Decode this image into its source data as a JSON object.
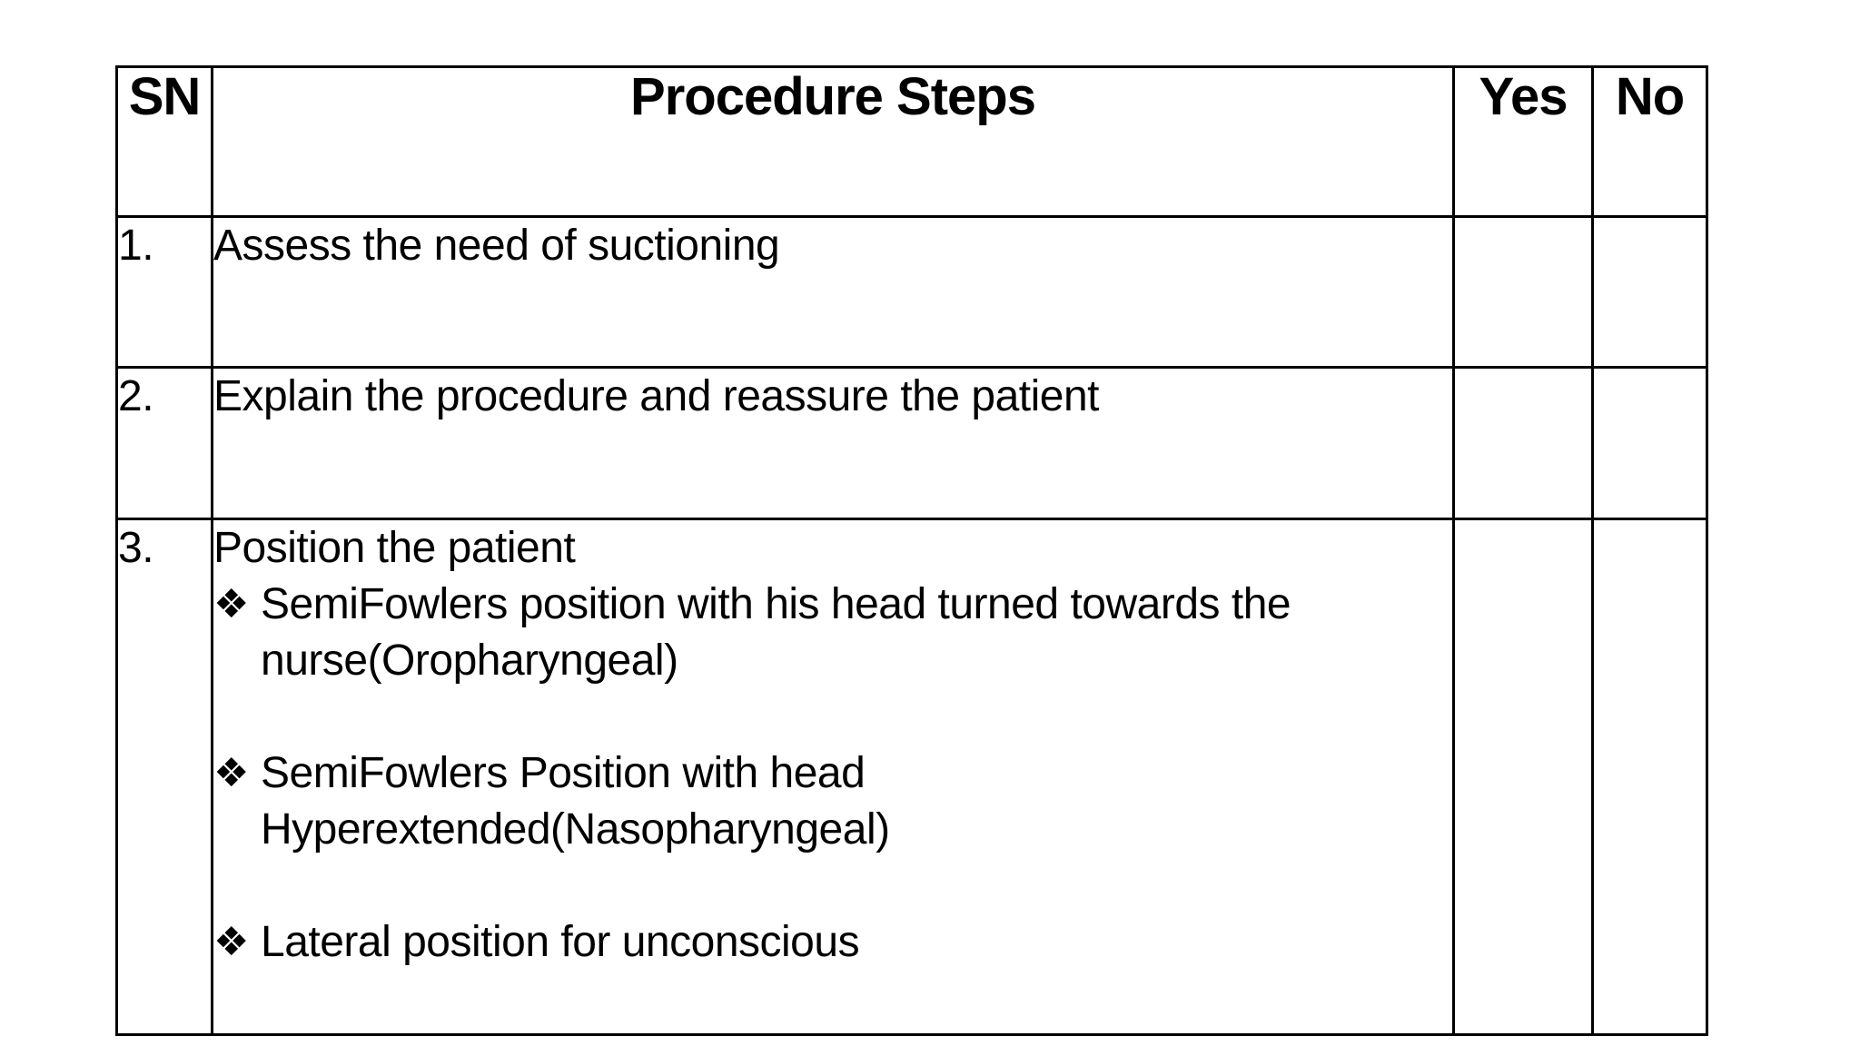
{
  "page": {
    "background_color": "#ffffff",
    "text_color": "#000000",
    "border_color": "#000000"
  },
  "glyphs": {
    "bullet": "❖"
  },
  "table": {
    "columns": [
      {
        "label": "SN"
      },
      {
        "label": "Procedure Steps"
      },
      {
        "label": "Yes"
      },
      {
        "label": "No"
      }
    ],
    "rows": [
      {
        "sn": "1.",
        "step": "Assess the need of suctioning",
        "yes": "",
        "no": ""
      },
      {
        "sn": "2.",
        "step": "Explain the procedure and reassure the patient",
        "yes": "",
        "no": ""
      },
      {
        "sn": "3.",
        "step_title": "Position the patient",
        "bullets": [
          {
            "lines": [
              "SemiFowlers position with his head turned towards the",
              "nurse(Oropharyngeal)"
            ]
          },
          {
            "lines": [
              "SemiFowlers Position with head",
              "Hyperextended(Nasopharyngeal)"
            ]
          },
          {
            "lines": [
              "Lateral position for unconscious"
            ]
          }
        ],
        "yes": "",
        "no": ""
      }
    ]
  }
}
